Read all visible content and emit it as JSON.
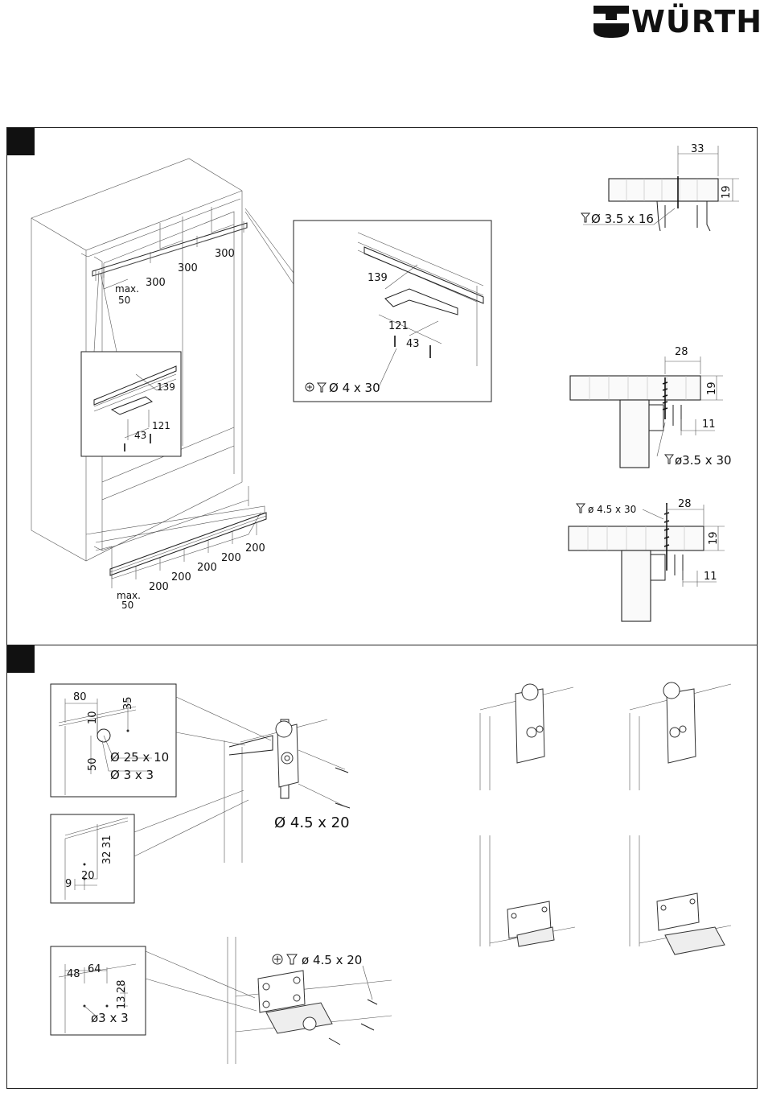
{
  "brand": {
    "name": "WÜRTH"
  },
  "step1": {
    "dims_top_rail": {
      "spacing_a": "300",
      "spacing_b": "300",
      "spacing_c": "300",
      "max_label": "max.",
      "max_value": "50"
    },
    "dims_bottom_rail": {
      "spacing_1": "200",
      "spacing_2": "200",
      "spacing_3": "200",
      "spacing_4": "200",
      "spacing_5": "200",
      "max_label": "max.",
      "max_value": "50"
    },
    "detail_small": {
      "d1": "139",
      "d2": "121",
      "d3": "43"
    },
    "detail_large": {
      "d1": "139",
      "d2": "121",
      "d3": "43",
      "screw": "Ø 4 x 30"
    },
    "section_top": {
      "width": "33",
      "thickness": "19",
      "screw": "Ø 3.5 x 16"
    },
    "section_mid": {
      "width": "28",
      "thickness": "19",
      "offset": "11",
      "screw": "ø3.5 x 30"
    },
    "section_bot": {
      "width": "28",
      "thickness": "19",
      "offset": "11",
      "screw": "ø 4.5 x 30"
    }
  },
  "step2": {
    "drill_top": {
      "d80": "80",
      "d10": "10",
      "d35": "35",
      "d50": "50",
      "hole_big": "Ø 25 x 10",
      "hole_small": "Ø 3 x 3"
    },
    "drill_mid": {
      "d31": "31",
      "d32": "32",
      "d9": "9",
      "d20": "20"
    },
    "screw_main": "Ø 4.5 x 20",
    "drill_bot": {
      "d48": "48",
      "d64": "64",
      "d28": "28",
      "d13": "13",
      "hole": "ø3 x 3"
    },
    "screw_bottom": "ø 4.5 x 20"
  }
}
